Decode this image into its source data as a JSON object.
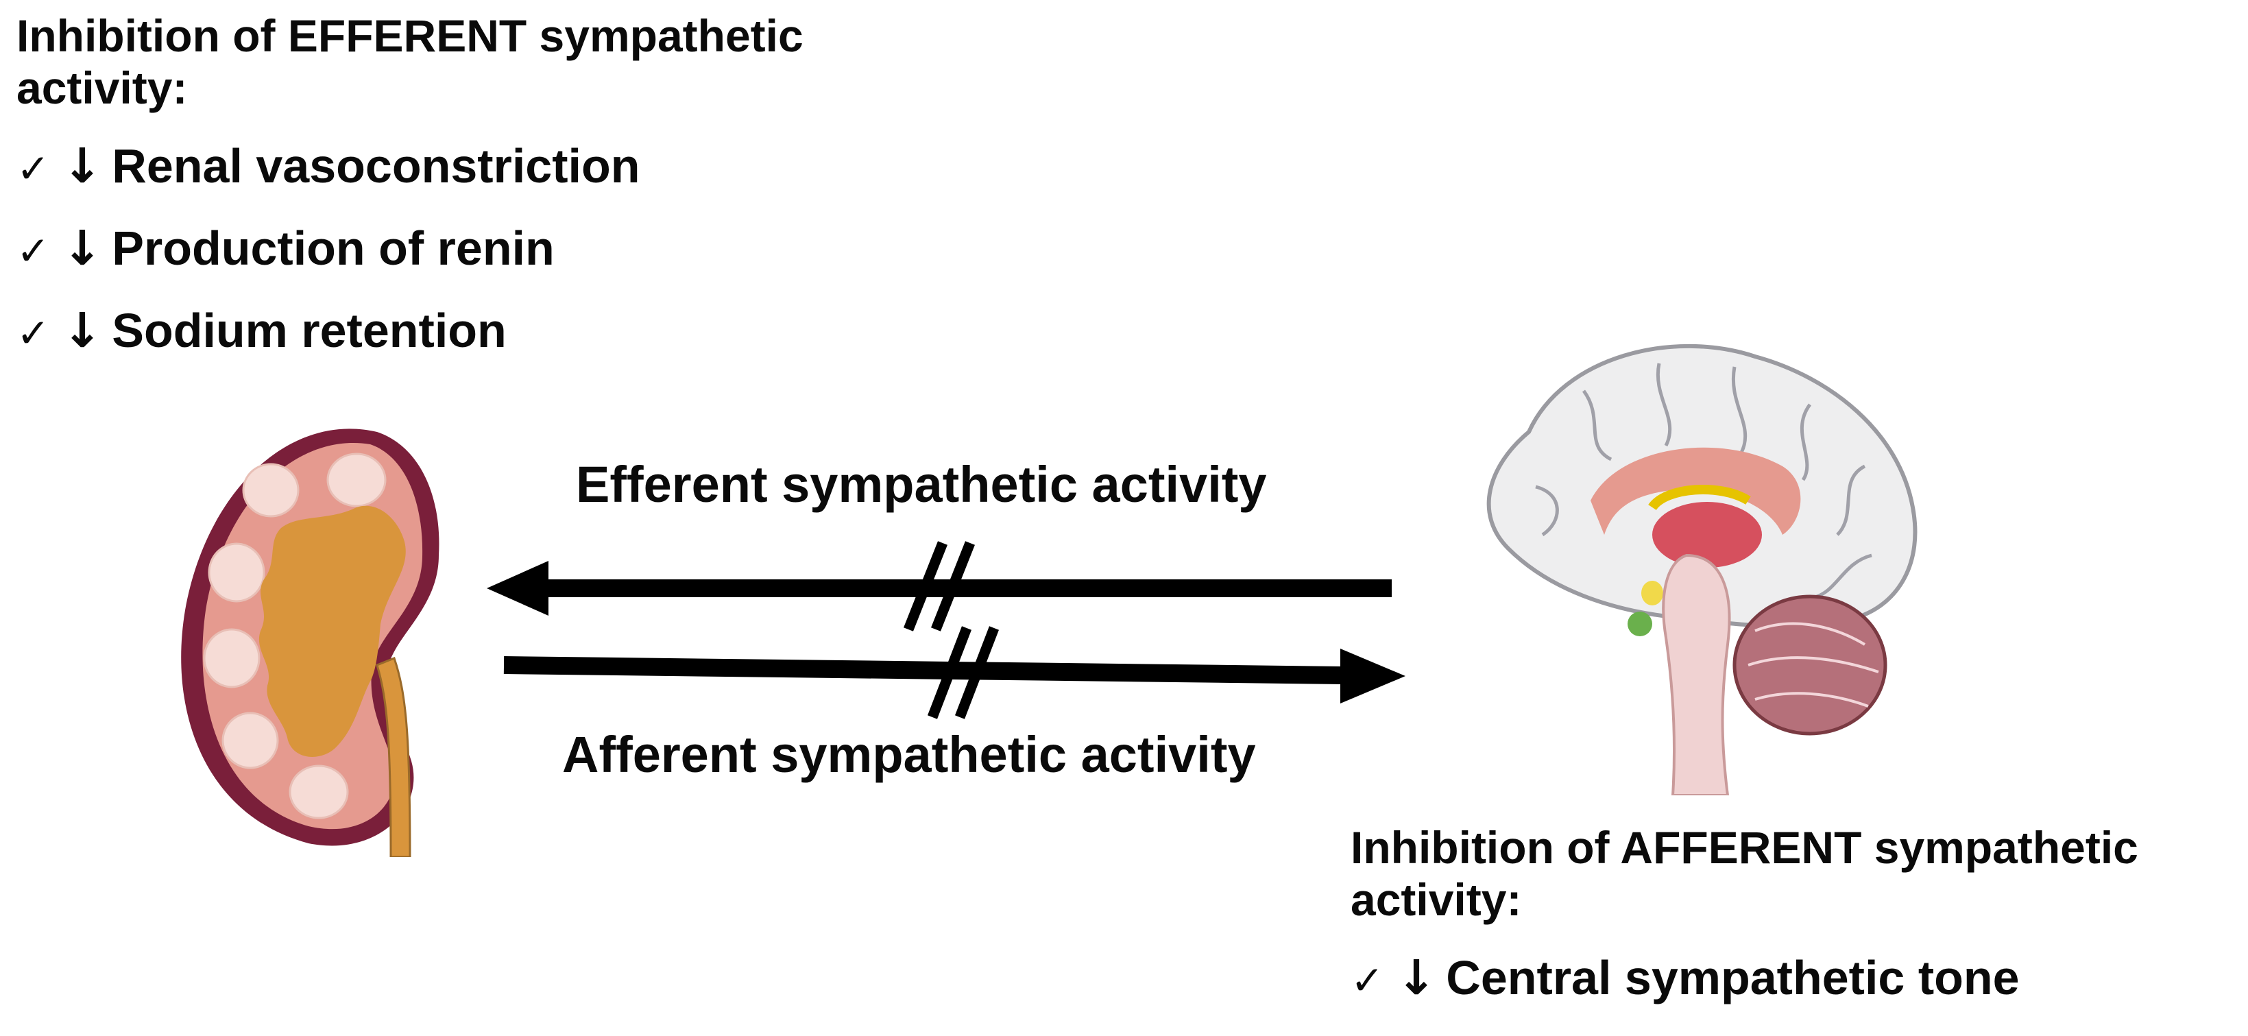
{
  "efferent_effects": {
    "heading": "Inhibition of EFFERENT sympathetic activity:",
    "items": [
      {
        "check": "✓",
        "arrow": "↓",
        "text": "Renal vasoconstriction"
      },
      {
        "check": "✓",
        "arrow": "↓",
        "text": "Production of renin"
      },
      {
        "check": "✓",
        "arrow": "↓",
        "text": "Sodium retention"
      }
    ]
  },
  "afferent_effects": {
    "heading": "Inhibition of AFFERENT sympathetic activity:",
    "items": [
      {
        "check": "✓",
        "arrow": "↓",
        "text": "Central sympathetic tone"
      }
    ]
  },
  "arrows": {
    "efferent_label": "Efferent sympathetic activity",
    "afferent_label": "Afferent sympathetic activity"
  },
  "colors": {
    "kidney_capsule": "#7a1f3a",
    "kidney_cortex": "#e59a8f",
    "kidney_pelvis": "#d9953c",
    "brain_cortex": "#eeeeef",
    "cerebellum": "#b5707a",
    "arrow": "#000000"
  }
}
